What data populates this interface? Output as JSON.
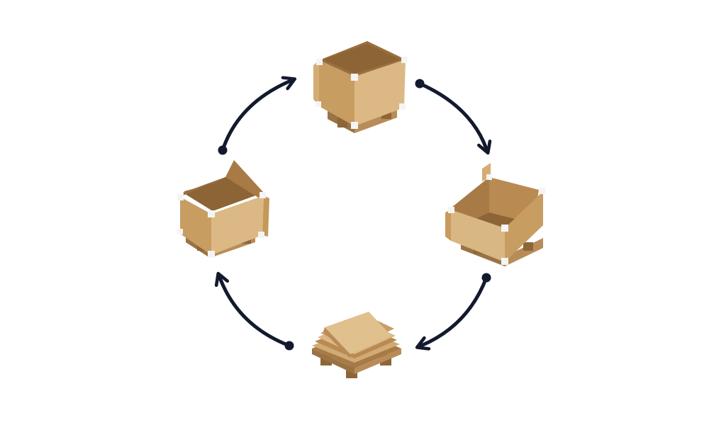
{
  "diagram": {
    "type": "cycle",
    "direction": "clockwise",
    "colors": {
      "background": "#ffffff",
      "arrow": "#131a2e",
      "cardboard_light": "#d9b783",
      "cardboard_mid": "#c89d62",
      "cardboard_dark": "#a87a45",
      "cardboard_inner": "#8c6436",
      "corner_clip": "#f4f4f4",
      "pallet": "#a98050"
    },
    "stages": [
      {
        "id": "closed-box",
        "label": "",
        "description_icon": "closed-crate-icon"
      },
      {
        "id": "open-box",
        "label": "",
        "description_icon": "open-crate-icon"
      },
      {
        "id": "flat-pack",
        "label": "",
        "description_icon": "folded-crate-stack-icon"
      },
      {
        "id": "reassembling-box",
        "label": "",
        "description_icon": "crate-assembling-icon"
      }
    ],
    "arrows": [
      {
        "from": "closed-box",
        "to": "open-box",
        "icon": "curved-arrow-icon"
      },
      {
        "from": "open-box",
        "to": "flat-pack",
        "icon": "curved-arrow-icon"
      },
      {
        "from": "flat-pack",
        "to": "reassembling-box",
        "icon": "curved-arrow-icon"
      },
      {
        "from": "reassembling-box",
        "to": "closed-box",
        "icon": "curved-arrow-icon"
      }
    ]
  }
}
